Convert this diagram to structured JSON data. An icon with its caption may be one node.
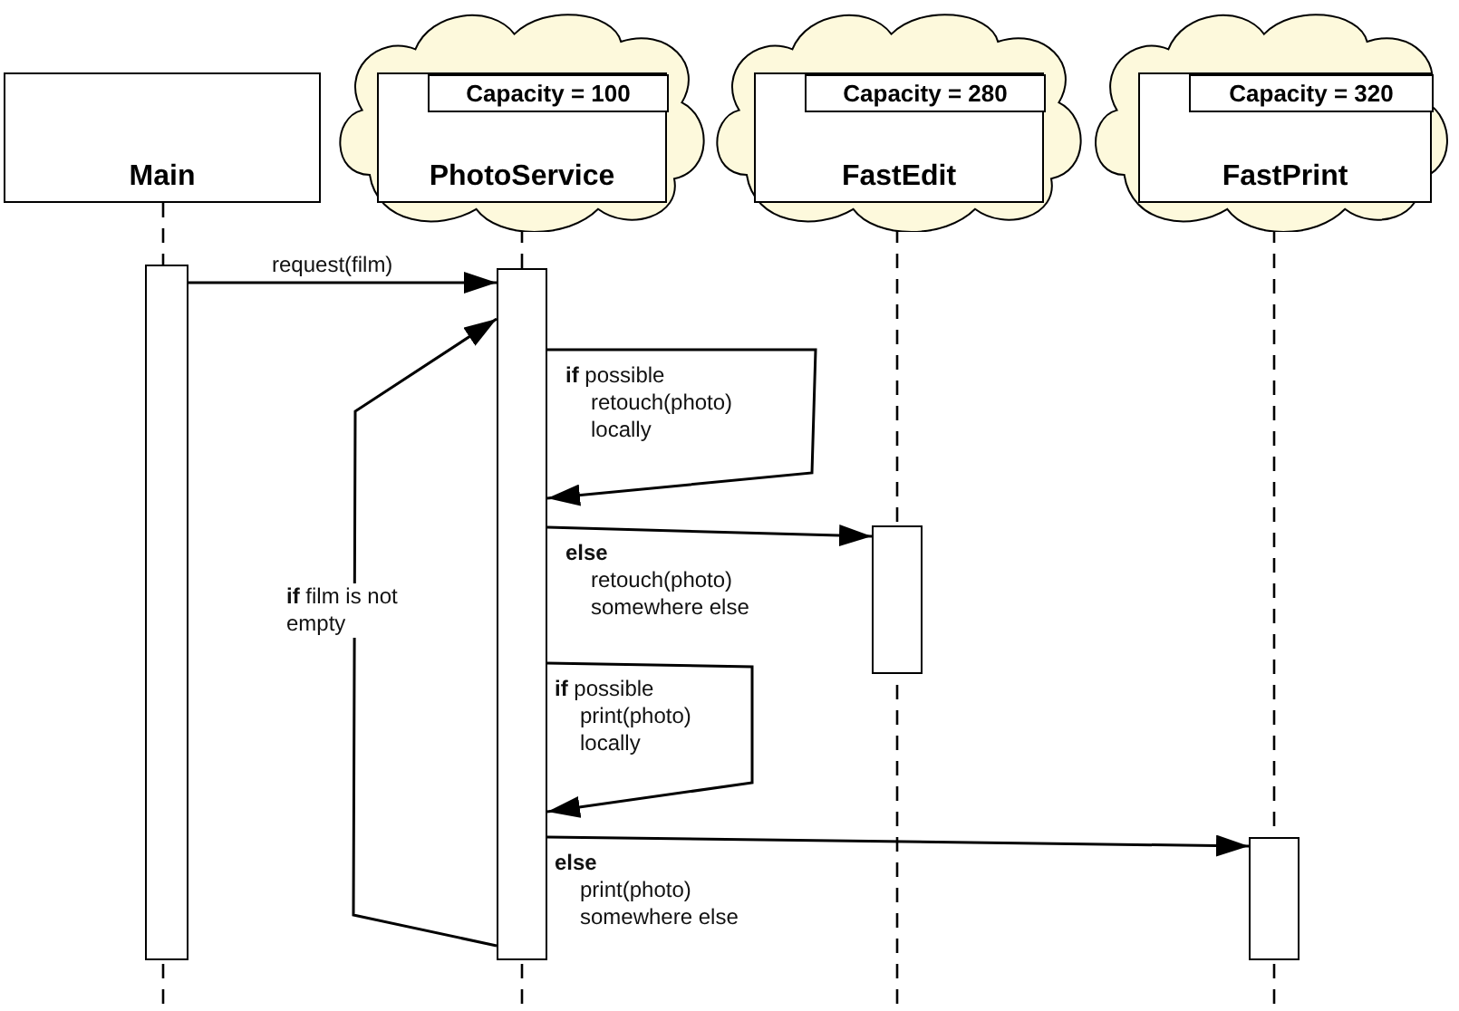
{
  "diagram": {
    "nodes": [
      {
        "text": [
          "Main"
        ]
      },
      {
        "text": [],
        "shape": "cloud"
      },
      {
        "text": [
          "PhotoService"
        ],
        "in": 1
      },
      {
        "text": [
          "Capacity = 100"
        ],
        "in": 2
      },
      {
        "text": [],
        "shape": "cloud"
      },
      {
        "text": [
          "FastEdit"
        ],
        "in": 4
      },
      {
        "text": [
          "Capacity = 280"
        ],
        "in": 5
      },
      {
        "text": [],
        "shape": "cloud"
      },
      {
        "text": [
          "FastPrint"
        ],
        "in": 7
      },
      {
        "text": [
          "Capacity = 320"
        ],
        "in": 8
      },
      {
        "text": [],
        "shape": "bar"
      },
      {
        "text": [],
        "shape": "bar"
      },
      {
        "text": [],
        "shape": "bar"
      },
      {
        "text": [],
        "shape": "bar"
      }
    ],
    "edges": [
      {
        "from": 10,
        "to": 11,
        "arrow": "to",
        "label": "request(film)"
      },
      {
        "from": 11,
        "to": 11,
        "arrow": "to",
        "label": "**if** film is not empty"
      },
      {
        "from": 11,
        "to": 11,
        "arrow": "to",
        "label": "**if** possible retouch(photo) locally"
      },
      {
        "from": 11,
        "to": 12,
        "arrow": "to",
        "label": "**else** retouch(photo) somewhere else"
      },
      {
        "from": 11,
        "to": 11,
        "arrow": "to",
        "label": "**if** possible print(photo) locally"
      },
      {
        "from": 11,
        "to": 13,
        "arrow": "to",
        "label": "**else** print(photo) somewhere else"
      }
    ]
  }
}
